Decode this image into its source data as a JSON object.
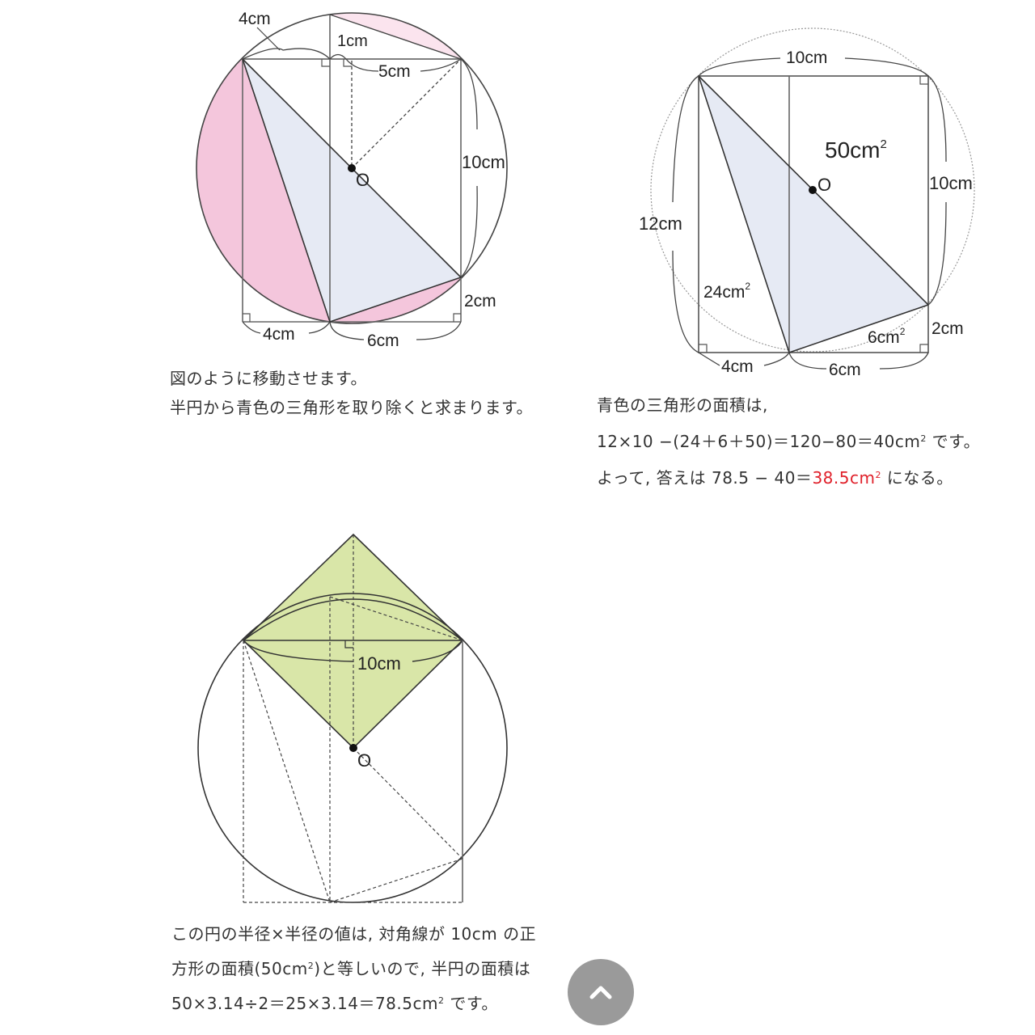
{
  "figure1": {
    "labels": {
      "top_left": "4cm",
      "top_gap": "1cm",
      "top_right": "5cm",
      "right_side": "10cm",
      "center": "O",
      "right_bottom": "2cm",
      "bottom_left": "4cm",
      "bottom_right": "6cm"
    },
    "colors": {
      "pink": "#f4c6dc",
      "light_pink": "#fbe4ee",
      "blue": "#e6eaf4",
      "line": "#555555"
    }
  },
  "figure2": {
    "labels": {
      "top": "10cm",
      "area_big": "50cm",
      "area_big_sup": "2",
      "center": "O",
      "right_side": "10cm",
      "left_side": "12cm",
      "area_left": "24cm",
      "area_left_sup": "2",
      "area_small": "6cm",
      "area_small_sup": "2",
      "right_bottom": "2cm",
      "bottom_left": "4cm",
      "bottom_right": "6cm"
    }
  },
  "figure3": {
    "labels": {
      "diagonal": "10cm",
      "center": "O"
    },
    "colors": {
      "green": "#d9e6a8"
    }
  },
  "text_left_top": {
    "line1": "図のように移動させます。",
    "line2": "半円から青色の三角形を取り除くと求まります。"
  },
  "text_right": {
    "line1": "青色の三角形の面積は,",
    "line2_a": "12×10 −(24＋6＋50)＝120−80＝40cm",
    "line2_sup": "2",
    "line2_b": " です。",
    "line3_a": "よって, 答えは 78.5 − 40＝",
    "line3_answer": "38.5cm",
    "line3_answer_sup": "2",
    "line3_b": " になる。"
  },
  "text_bottom": {
    "line1": "この円の半径×半径の値は, 対角線が 10cm の正",
    "line2_a": "方形の面積(50cm",
    "line2_sup": "2",
    "line2_b": ")と等しいので, 半円の面積は",
    "line3_a": "50×3.14÷2＝25×3.14＝78.5cm",
    "line3_sup": "2",
    "line3_b": " です。"
  },
  "scroll_top_button": {
    "icon": "chevron-up-icon"
  }
}
